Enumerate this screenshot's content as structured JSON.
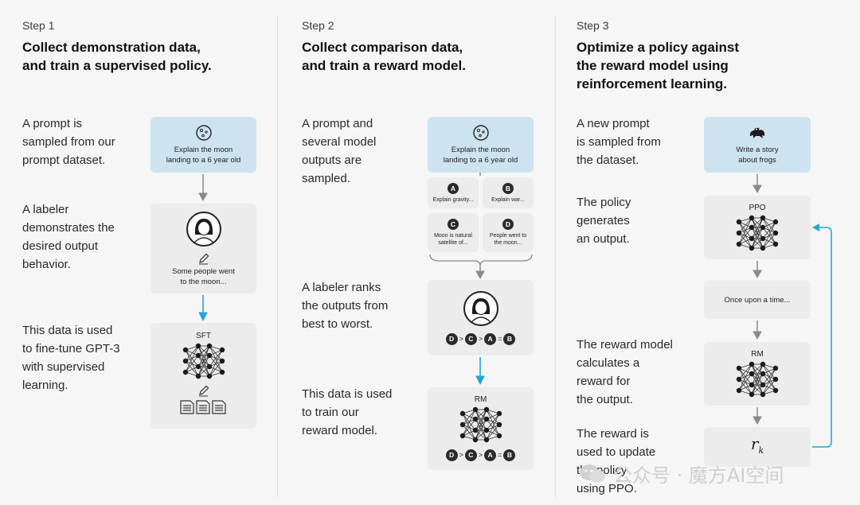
{
  "steps": [
    {
      "label": "Step 1",
      "title_line1": "Collect demonstration data,",
      "title_line2": "and train a supervised policy.",
      "descs": [
        [
          "A prompt is",
          "sampled from our",
          "prompt dataset."
        ],
        [
          "A labeler",
          "demonstrates the",
          "desired output",
          "behavior."
        ],
        [
          "This data is used",
          "to fine-tune GPT-3",
          "with supervised",
          "learning."
        ]
      ],
      "prompt_line1": "Explain the moon",
      "prompt_line2": "landing to a 6 year old",
      "demo_line1": "Some people went",
      "demo_line2": "to the moon...",
      "model_label": "SFT"
    },
    {
      "label": "Step 2",
      "title_line1": "Collect comparison data,",
      "title_line2": "and train a reward model.",
      "descs": [
        [
          "A prompt and",
          "several model",
          "outputs are",
          "sampled."
        ],
        [
          "A labeler ranks",
          "the outputs from",
          "best to worst."
        ],
        [
          "This data is used",
          "to train our",
          "reward model."
        ]
      ],
      "prompt_line1": "Explain the moon",
      "prompt_line2": "landing to a 6 year old",
      "outputs": [
        {
          "letter": "A",
          "line1": "Explain gravity...",
          "line2": ""
        },
        {
          "letter": "B",
          "line1": "Explain war...",
          "line2": ""
        },
        {
          "letter": "C",
          "line1": "Moon is natural",
          "line2": "satellite of..."
        },
        {
          "letter": "D",
          "line1": "People went to",
          "line2": "the moon..."
        }
      ],
      "ranking": [
        "D",
        ">",
        "C",
        ">",
        "A",
        "=",
        "B"
      ],
      "model_label": "RM"
    },
    {
      "label": "Step 3",
      "title_line1": "Optimize a policy against",
      "title_line2": "the reward model using",
      "title_line3": "reinforcement learning.",
      "descs": [
        [
          "A new prompt",
          "is sampled from",
          "the dataset."
        ],
        [
          "The policy",
          "generates",
          "an output."
        ],
        [
          "The reward model",
          "calculates a",
          "reward for",
          "the output."
        ],
        [
          "The reward is",
          "used to update",
          "the policy",
          "using PPO."
        ]
      ],
      "prompt_line1": "Write a story",
      "prompt_line2": "about frogs",
      "policy_label": "PPO",
      "output_text": "Once upon a time...",
      "model_label": "RM",
      "reward_symbol": "r",
      "reward_sub": "k"
    }
  ],
  "watermark": "公众号 · 魔方AI空间",
  "colors": {
    "accent": "#29a3dc",
    "prompt_bg": "#cde3ef",
    "box_bg": "#ececec",
    "dark": "#2b2b2b"
  }
}
